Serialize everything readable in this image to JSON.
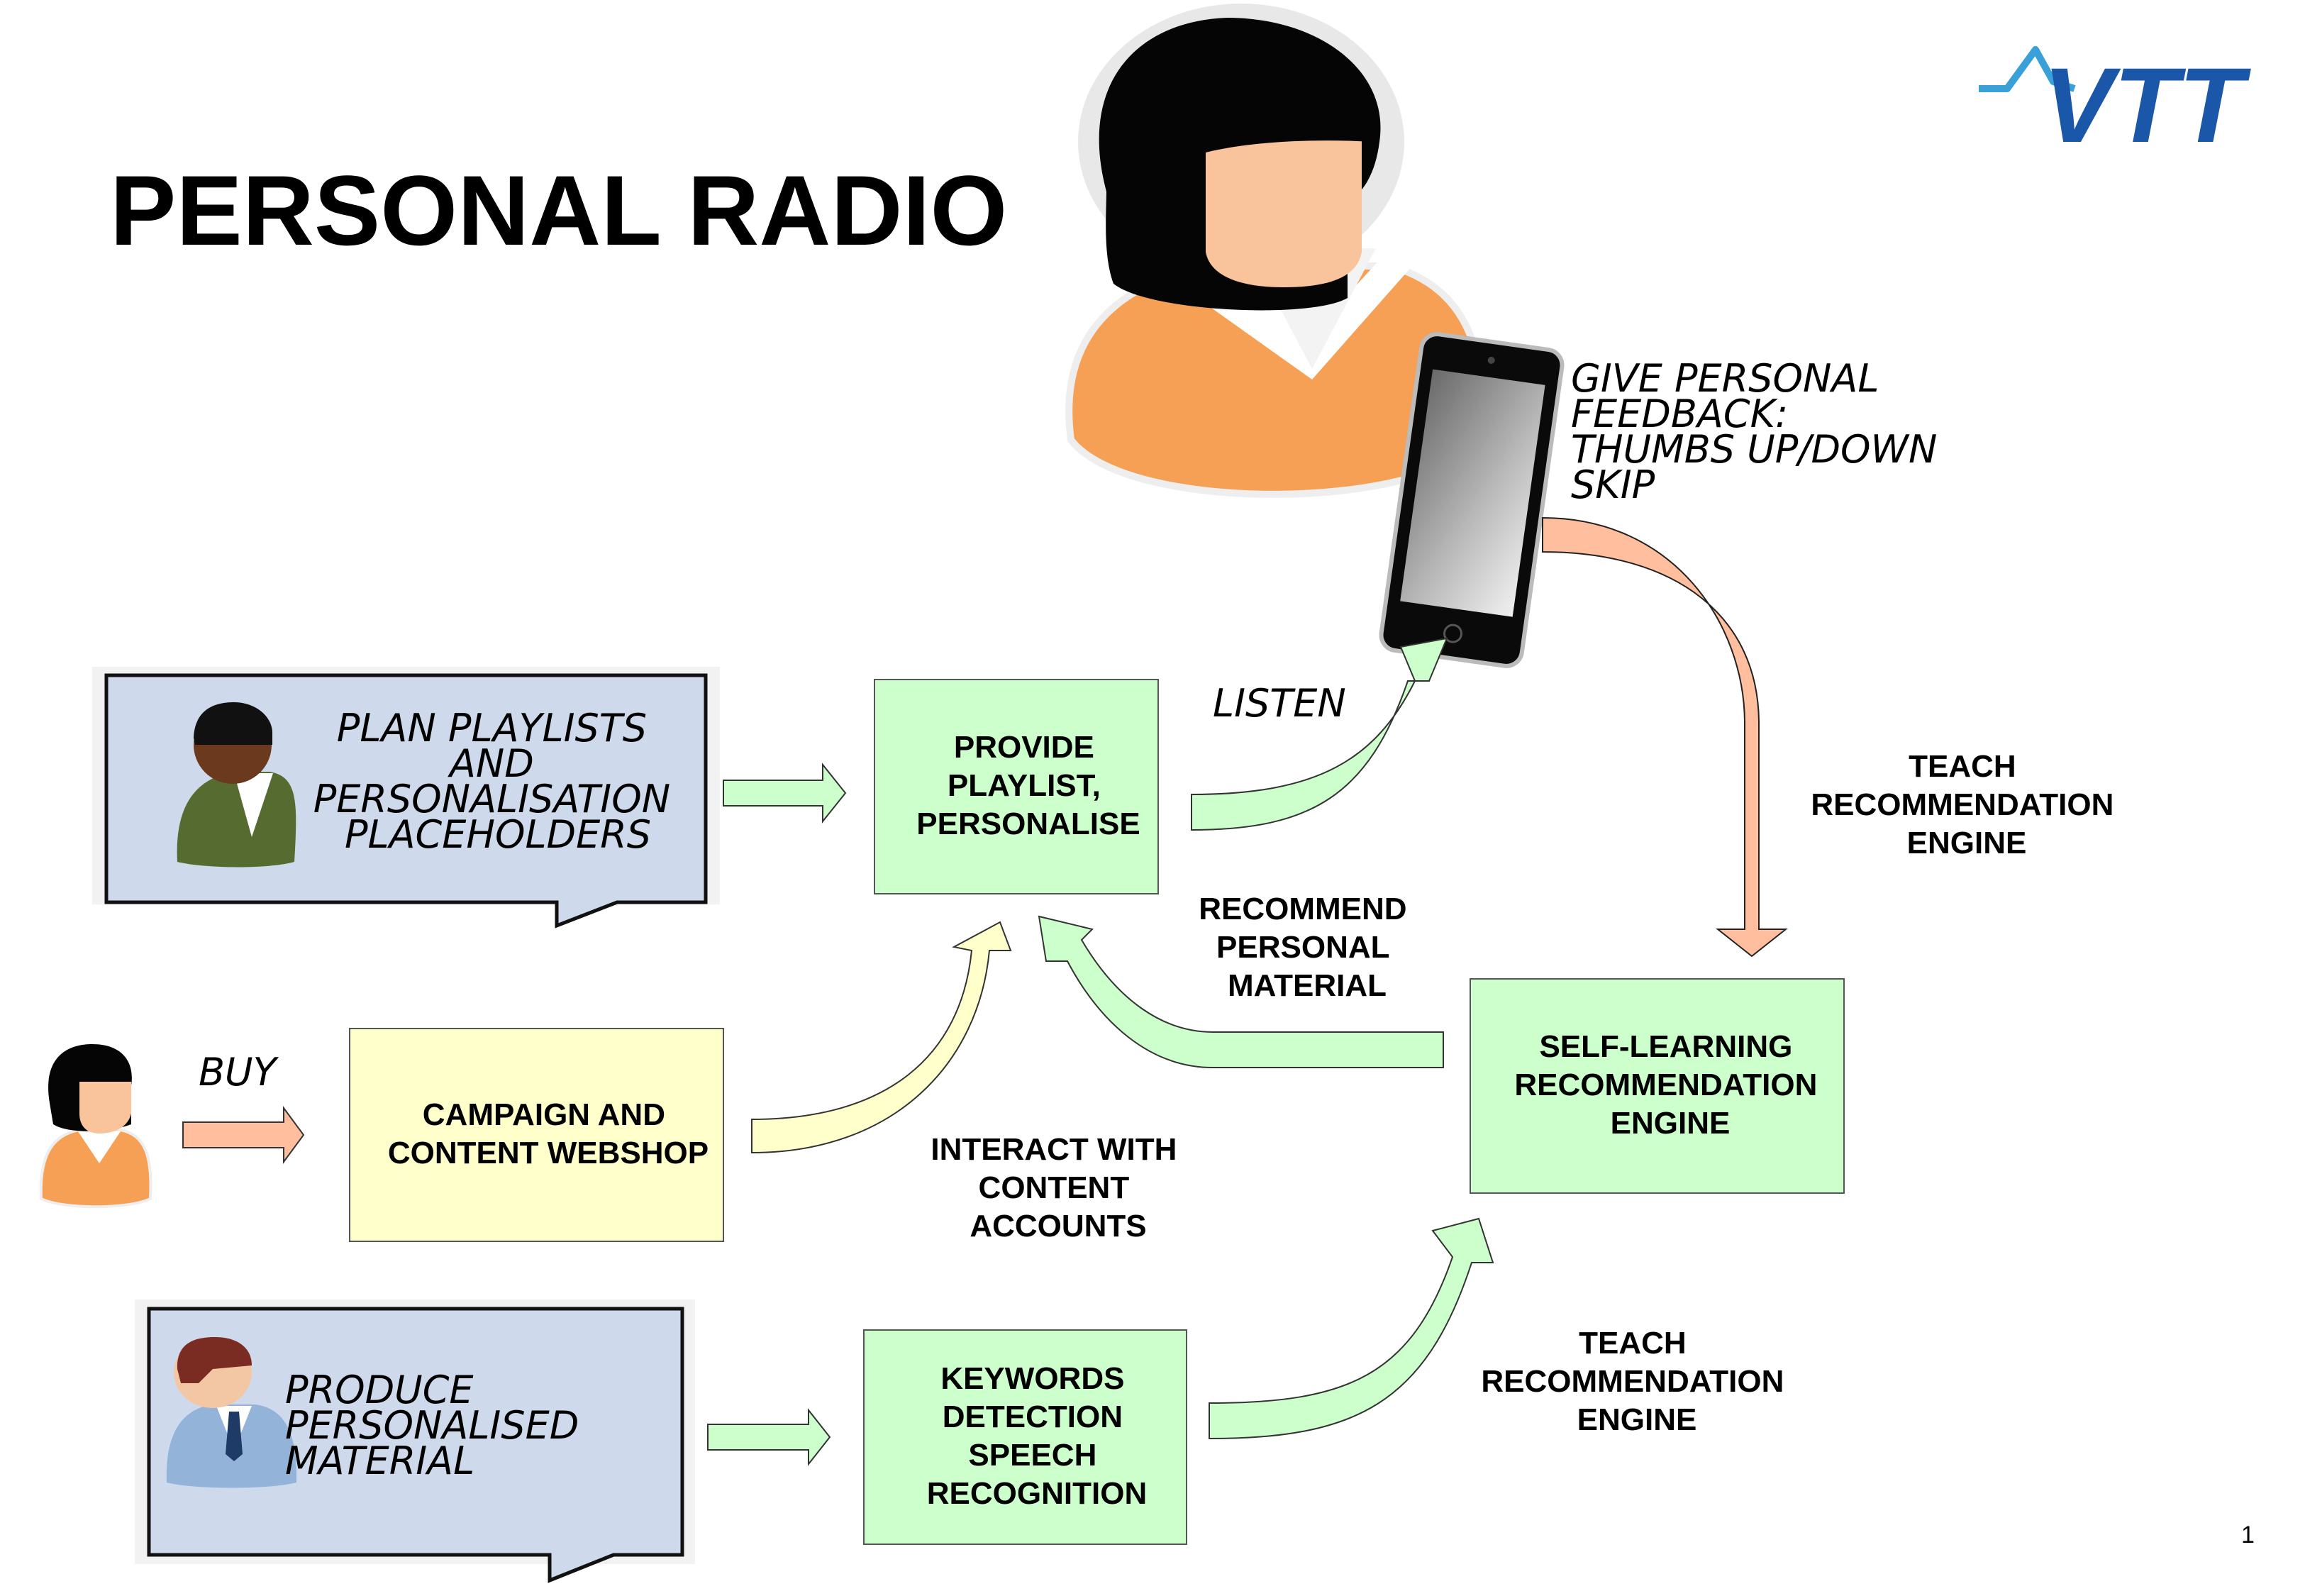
{
  "title": "PERSONAL RADIO",
  "logo": {
    "text": "VTT",
    "color": "#1a57a8",
    "icon": "vtt-logo"
  },
  "page_number": "1",
  "colors": {
    "green_fill": "#ccffcc",
    "yellow_fill": "#ffffcc",
    "bubble_fill": "#cfd9ec",
    "salmon_arrow": "#ffbf9f",
    "person_orange": "#f6a055",
    "skin": "#f9c49b"
  },
  "boxes": {
    "provide": [
      "PROVIDE",
      "PLAYLIST,",
      "PERSONALISE"
    ],
    "campaign": [
      "CAMPAIGN AND",
      "CONTENT WEBSHOP"
    ],
    "keywords": [
      "KEYWORDS",
      "DETECTION",
      "SPEECH",
      "RECOGNITION"
    ],
    "engine": [
      "SELF-LEARNING",
      "RECOMMENDATION",
      "ENGINE"
    ]
  },
  "bubbles": {
    "plan": [
      "PLAN PLAYLISTS",
      "AND",
      "PERSONALISATION",
      "PLACEHOLDERS"
    ],
    "produce": [
      "PRODUCE",
      "PERSONALISED",
      "MATERIAL"
    ]
  },
  "labels": {
    "listen": "LISTEN",
    "buy": "BUY",
    "feedback": [
      "GIVE PERSONAL",
      "FEEDBACK:",
      "THUMBS UP/DOWN",
      "SKIP"
    ],
    "teach_top": [
      "TEACH",
      "RECOMMENDATION",
      "ENGINE"
    ],
    "recommend": [
      "RECOMMEND",
      "PERSONAL",
      "MATERIAL"
    ],
    "interact": [
      "INTERACT WITH",
      "CONTENT",
      "ACCOUNTS"
    ],
    "teach_bottom": [
      "TEACH",
      "RECOMMENDATION",
      "ENGINE"
    ]
  },
  "icons": {
    "listener": "woman-listener-icon",
    "tablet": "tablet-icon",
    "planner": "planner-person-icon",
    "buyer": "buyer-woman-icon",
    "producer": "producer-businessman-icon"
  }
}
